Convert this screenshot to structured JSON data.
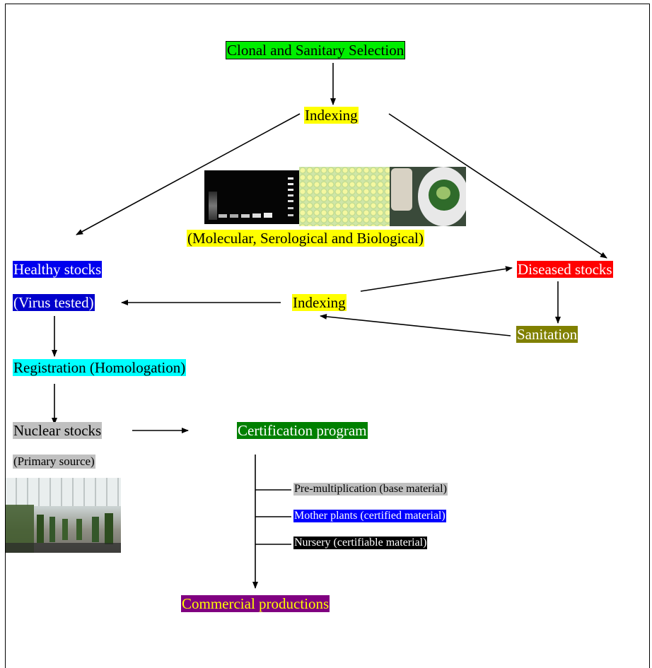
{
  "nodes": {
    "clonal_selection": {
      "label": "Clonal and Sanitary Selection",
      "bg": "#00ee00",
      "fg": "#000000"
    },
    "indexing_top": {
      "label": "Indexing",
      "bg": "#ffff00",
      "fg": "#000000"
    },
    "methods_caption": {
      "label": "(Molecular, Serological and Biological)",
      "bg": "#ffff00",
      "fg": "#000000"
    },
    "healthy_stocks": {
      "label": "Healthy stocks",
      "bg": "#0000ee",
      "fg": "#ffffff"
    },
    "virus_tested": {
      "label": "(Virus tested)",
      "bg": "#0000cc",
      "fg": "#ffffff"
    },
    "indexing_mid": {
      "label": "Indexing",
      "bg": "#ffff00",
      "fg": "#000000"
    },
    "diseased_stocks": {
      "label": "Diseased stocks",
      "bg": "#ff0000",
      "fg": "#ffffff"
    },
    "sanitation": {
      "label": "Sanitation",
      "bg": "#808000",
      "fg": "#ffffff"
    },
    "registration": {
      "label": "Registration (Homologation)",
      "bg": "#00ffff",
      "fg": "#000000"
    },
    "nuclear_stocks": {
      "label": "Nuclear stocks",
      "bg": "#c0c0c0",
      "fg": "#000000"
    },
    "primary_source": {
      "label": "(Primary source)",
      "bg": "#c0c0c0",
      "fg": "#000000"
    },
    "certification_program": {
      "label": "Certification program",
      "bg": "#008000",
      "fg": "#ffffff"
    },
    "pre_multiplication": {
      "label": "Pre-multiplication (base material)",
      "bg": "#c0c0c0",
      "fg": "#000000"
    },
    "mother_plants": {
      "label": "Mother plants (certified material)",
      "bg": "#0000ff",
      "fg": "#ffffff"
    },
    "nursery": {
      "label": "Nursery (certifiable material)",
      "bg": "#000000",
      "fg": "#ffffff"
    },
    "commercial_productions": {
      "label": "Commercial productions",
      "bg": "#800080",
      "fg": "#ffff00"
    }
  },
  "images": {
    "gel": {
      "icon": "gel-electrophoresis-photo"
    },
    "elisa": {
      "icon": "elisa-plate-photo"
    },
    "bioassay": {
      "icon": "biological-assay-photo"
    },
    "greenhouse": {
      "icon": "greenhouse-photo"
    }
  }
}
